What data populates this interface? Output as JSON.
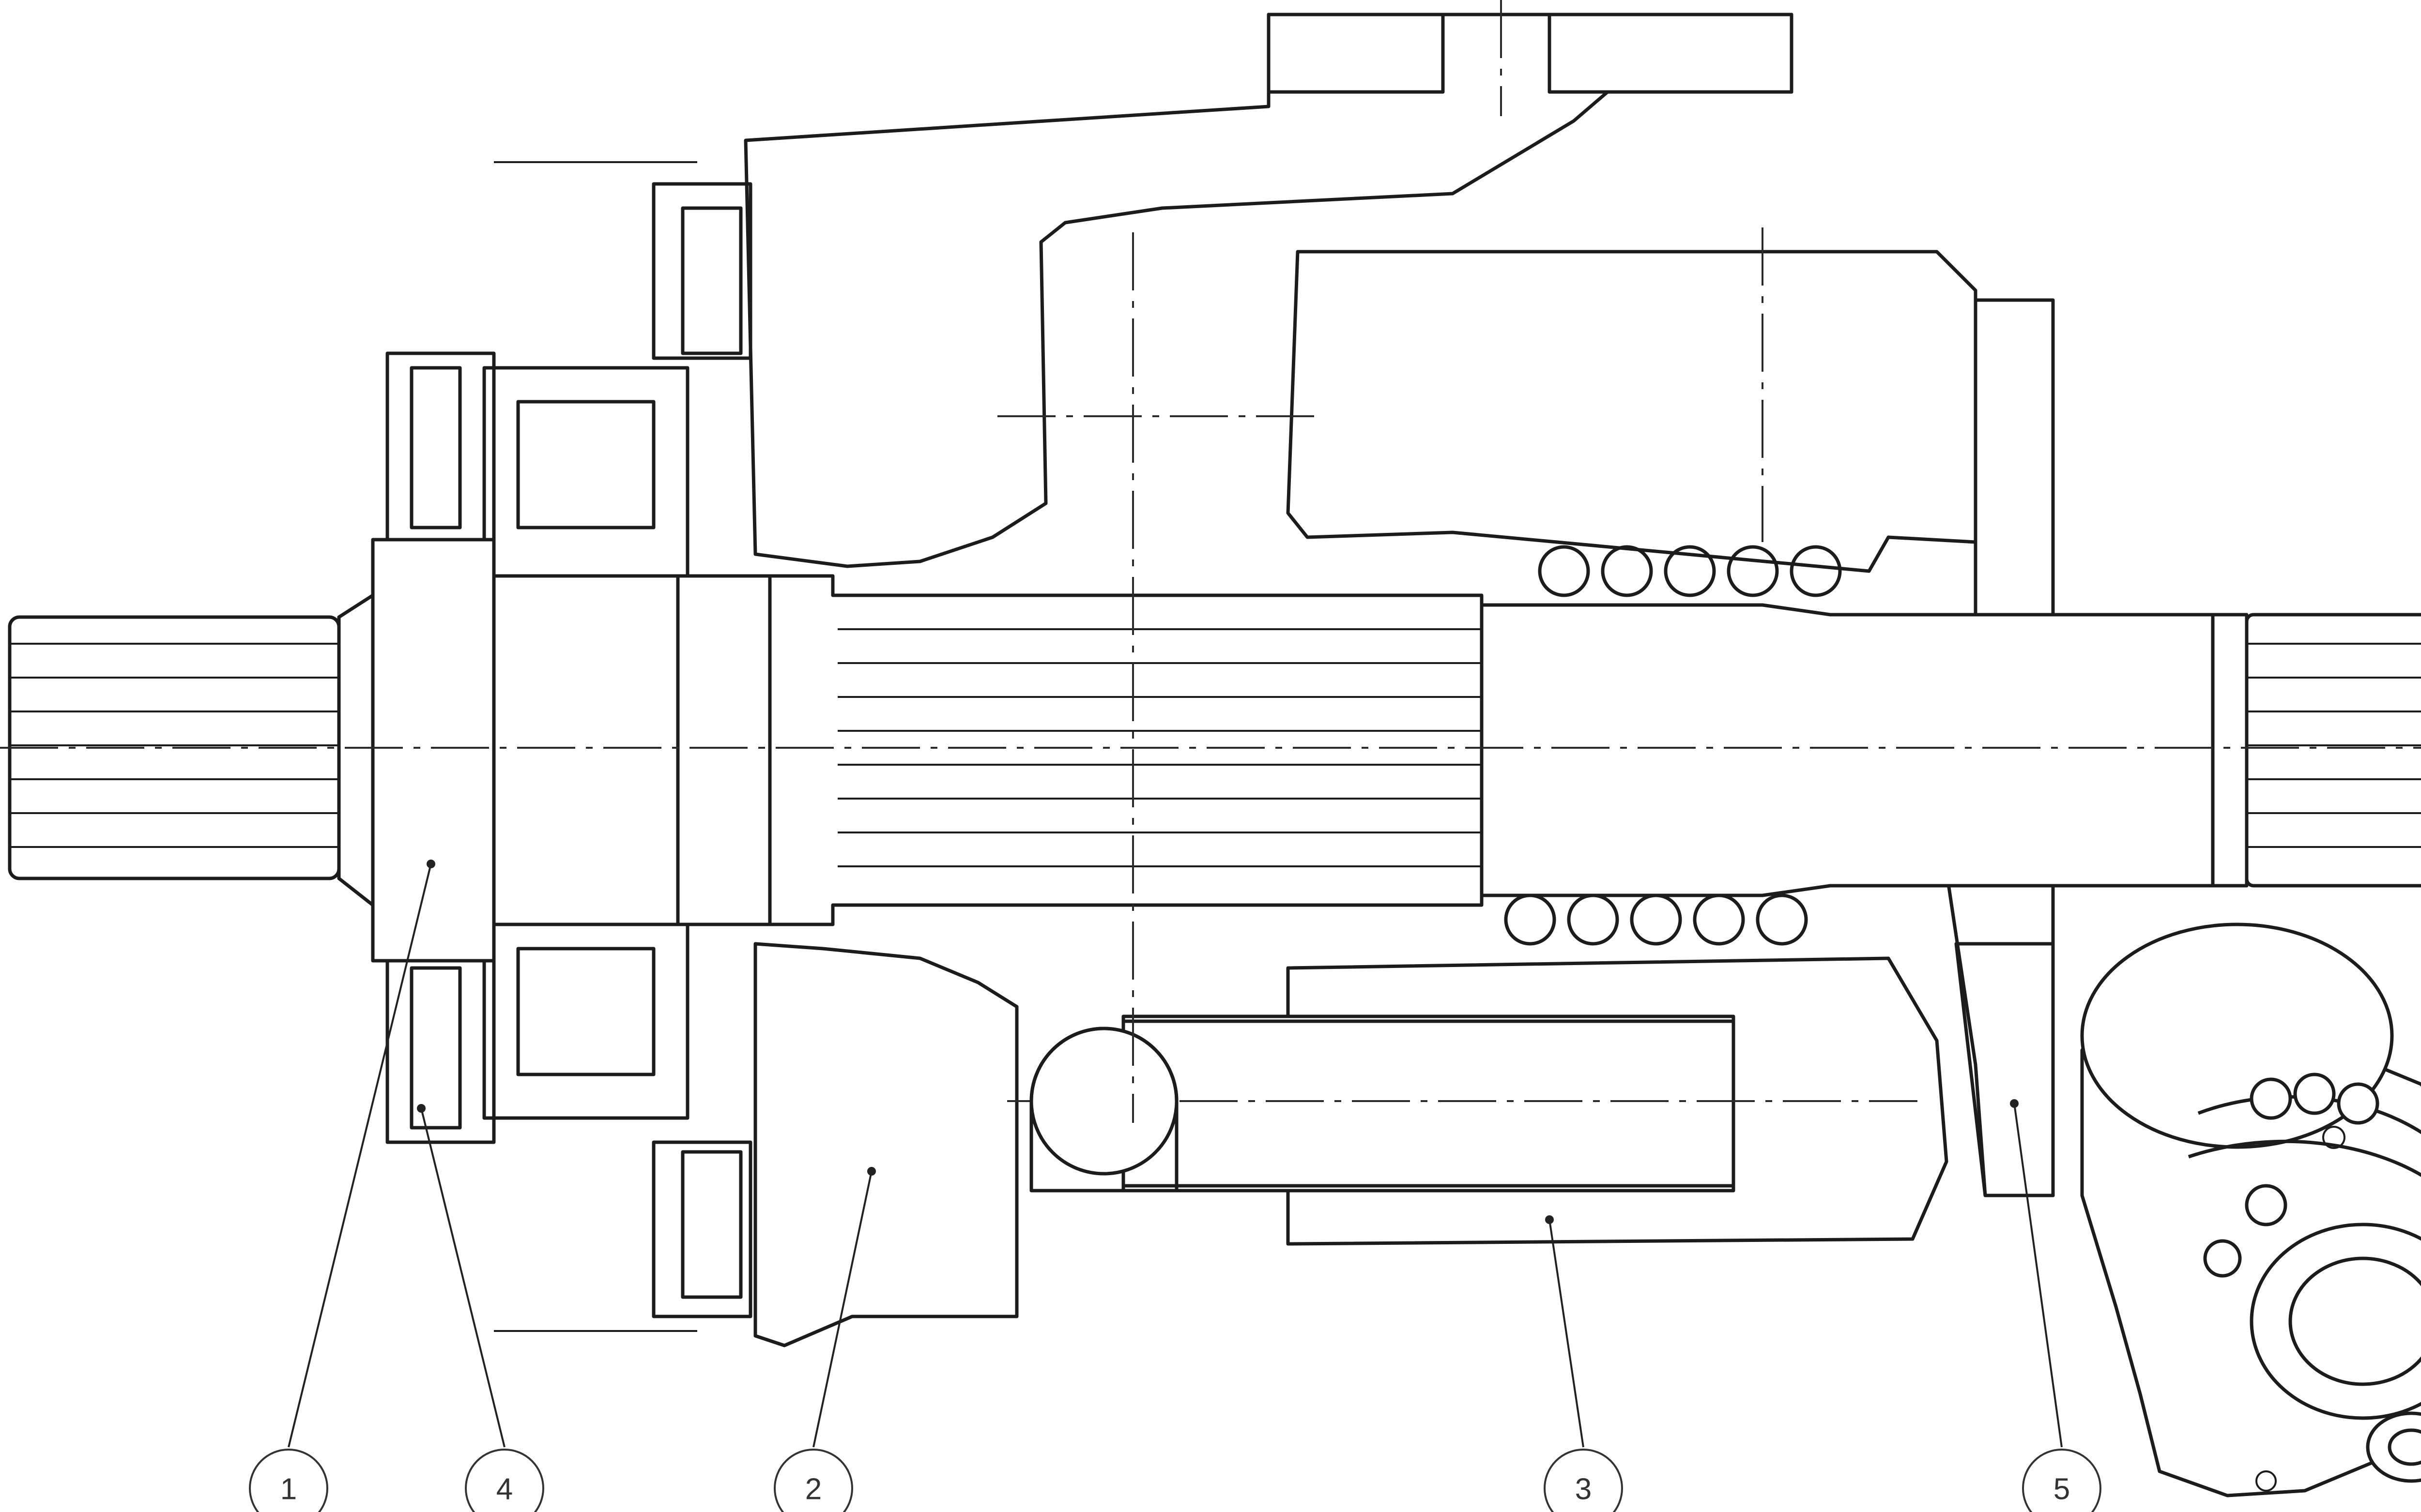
{
  "drawing": {
    "colors": {
      "line": "#1c1c1c",
      "background": "#ffffff",
      "watermark": "#e9e9e9"
    },
    "callouts": [
      {
        "label": "1",
        "target": "drive-shaft"
      },
      {
        "label": "4",
        "target": "shaft-seal-ring"
      },
      {
        "label": "2",
        "target": "housing"
      },
      {
        "label": "3",
        "target": "cylinder-piston"
      },
      {
        "label": "5",
        "target": "control-plate"
      }
    ],
    "inset": {
      "name": "rotary-group-3d-view"
    }
  }
}
